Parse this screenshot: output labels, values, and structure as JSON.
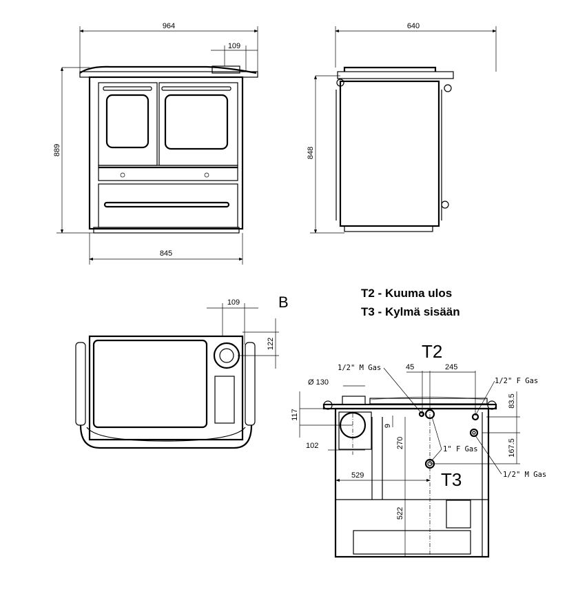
{
  "front_view": {
    "width_top": "964",
    "offset_flue": "109",
    "height": "889",
    "width_body": "845"
  },
  "side_view": {
    "depth": "640",
    "height": "848"
  },
  "top_view": {
    "label_b": "B",
    "offset_flue": "109",
    "flue_depth": "122"
  },
  "legend": {
    "t2": "T2 - Kuuma ulos",
    "t3": "T3 - Kylmä sisään"
  },
  "rear_view": {
    "t2": "T2",
    "t3": "T3",
    "half_m_gas_top": "1/2\" M Gas",
    "dim_45": "45",
    "dim_245": "245",
    "half_f_gas": "1/2\" F Gas",
    "flue_dia": "Ø 130",
    "dim_83_5": "83.5",
    "dim_117": "117",
    "dim_9": "9",
    "dim_270": "270",
    "one_f_gas": "1\" F Gas",
    "dim_167_5": "167.5",
    "half_m_gas_bottom": "1/2\" M Gas",
    "dim_102": "102",
    "dim_529": "529",
    "dim_522": "522"
  }
}
